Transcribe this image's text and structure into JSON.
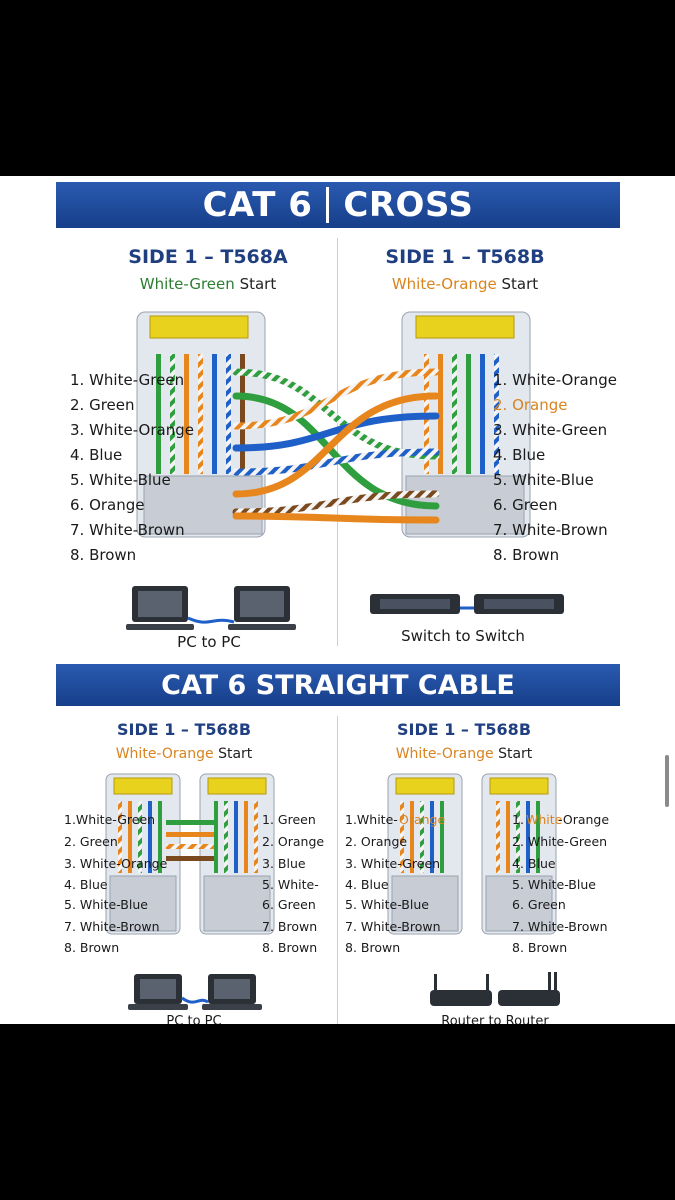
{
  "cross": {
    "title_left": "CAT 6",
    "title_right": "CROSS",
    "side_left": {
      "title": "SIDE 1 – T568A",
      "start_color": "White-Green",
      "start_word": "Start",
      "pins": [
        "1. White-Green",
        "2. Green",
        "3. White-Orange",
        "4. Blue",
        "5. White-Blue",
        "6. Orange",
        "7. White-Brown",
        "8. Brown"
      ]
    },
    "side_right": {
      "title": "SIDE 1 – T568B",
      "start_color": "White-Orange",
      "start_word": "Start",
      "pins": [
        "1. White-Orange",
        "2. Orange",
        "3. White-Green",
        "4. Blue",
        "5. White-Blue",
        "6. Green",
        "7. White-Brown",
        "8. Brown"
      ]
    },
    "caption_left": "PC to PC",
    "caption_right": "Switch to Switch"
  },
  "straight": {
    "title": "CAT 6 STRAIGHT CABLE",
    "panel_left": {
      "title": "SIDE 1 – T568B",
      "start_color": "White-Orange",
      "start_word": "Start",
      "pins_left": [
        "1.White-Green",
        "2. Green",
        "3. White-Orange",
        "4. Blue",
        "5. White-Blue",
        "7. White-Brown",
        "8. Brown"
      ],
      "pins_right": [
        "1.  Green",
        "2.  Orange",
        "3.  Blue",
        "5.  White-",
        "6.  Green",
        "7.  Brown",
        "8.  Brown"
      ],
      "caption": "PC to PC"
    },
    "panel_right": {
      "title": "SIDE 1 – T568B",
      "start_color": "White-Orange",
      "start_word": "Start",
      "pins_left": [
        "1.White-",
        "2. Orange",
        "3. White-Green",
        "4. Blue",
        "5. White-Blue",
        "7. White-Brown",
        "8. Brown"
      ],
      "pin1_left_colored": "Orange",
      "pins_right": [
        "1. ",
        "2. White-Green",
        "4. Blue",
        "5. White-Blue",
        "6. Green",
        "7. White-Brown",
        "8. Brown"
      ],
      "pin1_right_colored": "White",
      "pin1_right_rest": "-Orange",
      "caption": "Router to Router"
    }
  },
  "colors": {
    "banner": "#1f4d9e",
    "green": "#2e9e3e",
    "orange": "#e8861e",
    "blue": "#1f5fc8",
    "brown": "#7a4a1e",
    "white": "#f2f2f2"
  }
}
